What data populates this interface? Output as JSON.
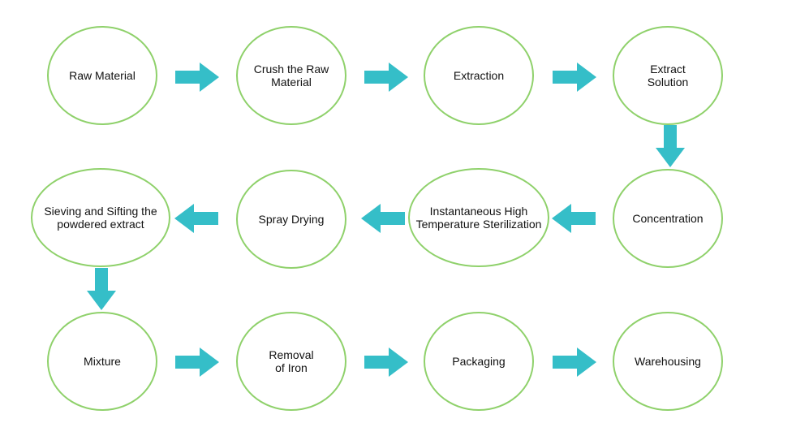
{
  "colors": {
    "node_border": "#8fd16b",
    "arrow_fill": "#35bec8",
    "text": "#111111"
  },
  "nodes": [
    {
      "id": "raw-material",
      "label": "Raw Material"
    },
    {
      "id": "crush-raw-material",
      "label": "Crush the Raw\nMaterial"
    },
    {
      "id": "extraction",
      "label": "Extraction"
    },
    {
      "id": "extract-solution",
      "label": "Extract\nSolution"
    },
    {
      "id": "concentration",
      "label": "Concentration"
    },
    {
      "id": "sterilization",
      "label": "Instantaneous High\nTemperature Sterilization"
    },
    {
      "id": "spray-drying",
      "label": "Spray Drying"
    },
    {
      "id": "sieving",
      "label": "Sieving and Sifting the\npowdered extract"
    },
    {
      "id": "mixture",
      "label": "Mixture"
    },
    {
      "id": "removal-of-iron",
      "label": "Removal\nof Iron"
    },
    {
      "id": "packaging",
      "label": "Packaging"
    },
    {
      "id": "warehousing",
      "label": "Warehousing"
    }
  ],
  "edges": [
    {
      "from": "raw-material",
      "to": "crush-raw-material",
      "direction": "right"
    },
    {
      "from": "crush-raw-material",
      "to": "extraction",
      "direction": "right"
    },
    {
      "from": "extraction",
      "to": "extract-solution",
      "direction": "right"
    },
    {
      "from": "extract-solution",
      "to": "concentration",
      "direction": "down"
    },
    {
      "from": "concentration",
      "to": "sterilization",
      "direction": "left"
    },
    {
      "from": "sterilization",
      "to": "spray-drying",
      "direction": "left"
    },
    {
      "from": "spray-drying",
      "to": "sieving",
      "direction": "left"
    },
    {
      "from": "sieving",
      "to": "mixture",
      "direction": "down"
    },
    {
      "from": "mixture",
      "to": "removal-of-iron",
      "direction": "right"
    },
    {
      "from": "removal-of-iron",
      "to": "packaging",
      "direction": "right"
    },
    {
      "from": "packaging",
      "to": "warehousing",
      "direction": "right"
    }
  ]
}
